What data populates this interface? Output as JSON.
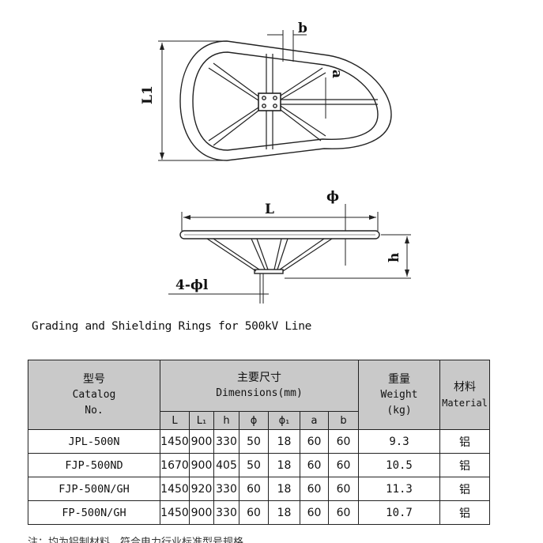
{
  "drawing": {
    "labels": {
      "b": "b",
      "a": "a",
      "L1": "L1",
      "L": "L",
      "phi": "ϕ",
      "h": "h",
      "hole": "4-ϕl"
    }
  },
  "caption": "Grading and Shielding Rings for 500kV Line",
  "table": {
    "header": {
      "catalog_zh": "型号",
      "catalog_en_1": "Catalog",
      "catalog_en_2": "No.",
      "dims_zh": "主要尺寸",
      "dims_en": "Dimensions(mm)",
      "weight_zh": "重量",
      "weight_en": "Weight",
      "weight_unit": "(kg)",
      "material_zh": "材料",
      "material_en": "Material",
      "sub": [
        "L",
        "L₁",
        "h",
        "ϕ",
        "ϕ₁",
        "a",
        "b"
      ]
    },
    "rows": [
      {
        "catalog": "JPL-500N",
        "L": "1450",
        "L1": "900",
        "h": "330",
        "phi": "50",
        "phi1": "18",
        "a": "60",
        "b": "60",
        "weight": "9.3",
        "material": "铝"
      },
      {
        "catalog": "FJP-500ND",
        "L": "1670",
        "L1": "900",
        "h": "405",
        "phi": "50",
        "phi1": "18",
        "a": "60",
        "b": "60",
        "weight": "10.5",
        "material": "铝"
      },
      {
        "catalog": "FJP-500N/GH",
        "L": "1450",
        "L1": "920",
        "h": "330",
        "phi": "60",
        "phi1": "18",
        "a": "60",
        "b": "60",
        "weight": "11.3",
        "material": "铝"
      },
      {
        "catalog": "FP-500N/GH",
        "L": "1450",
        "L1": "900",
        "h": "330",
        "phi": "60",
        "phi1": "18",
        "a": "60",
        "b": "60",
        "weight": "10.7",
        "material": "铝"
      }
    ]
  },
  "footer": "注：均为铝制材料，符合电力行业标准型号规格"
}
